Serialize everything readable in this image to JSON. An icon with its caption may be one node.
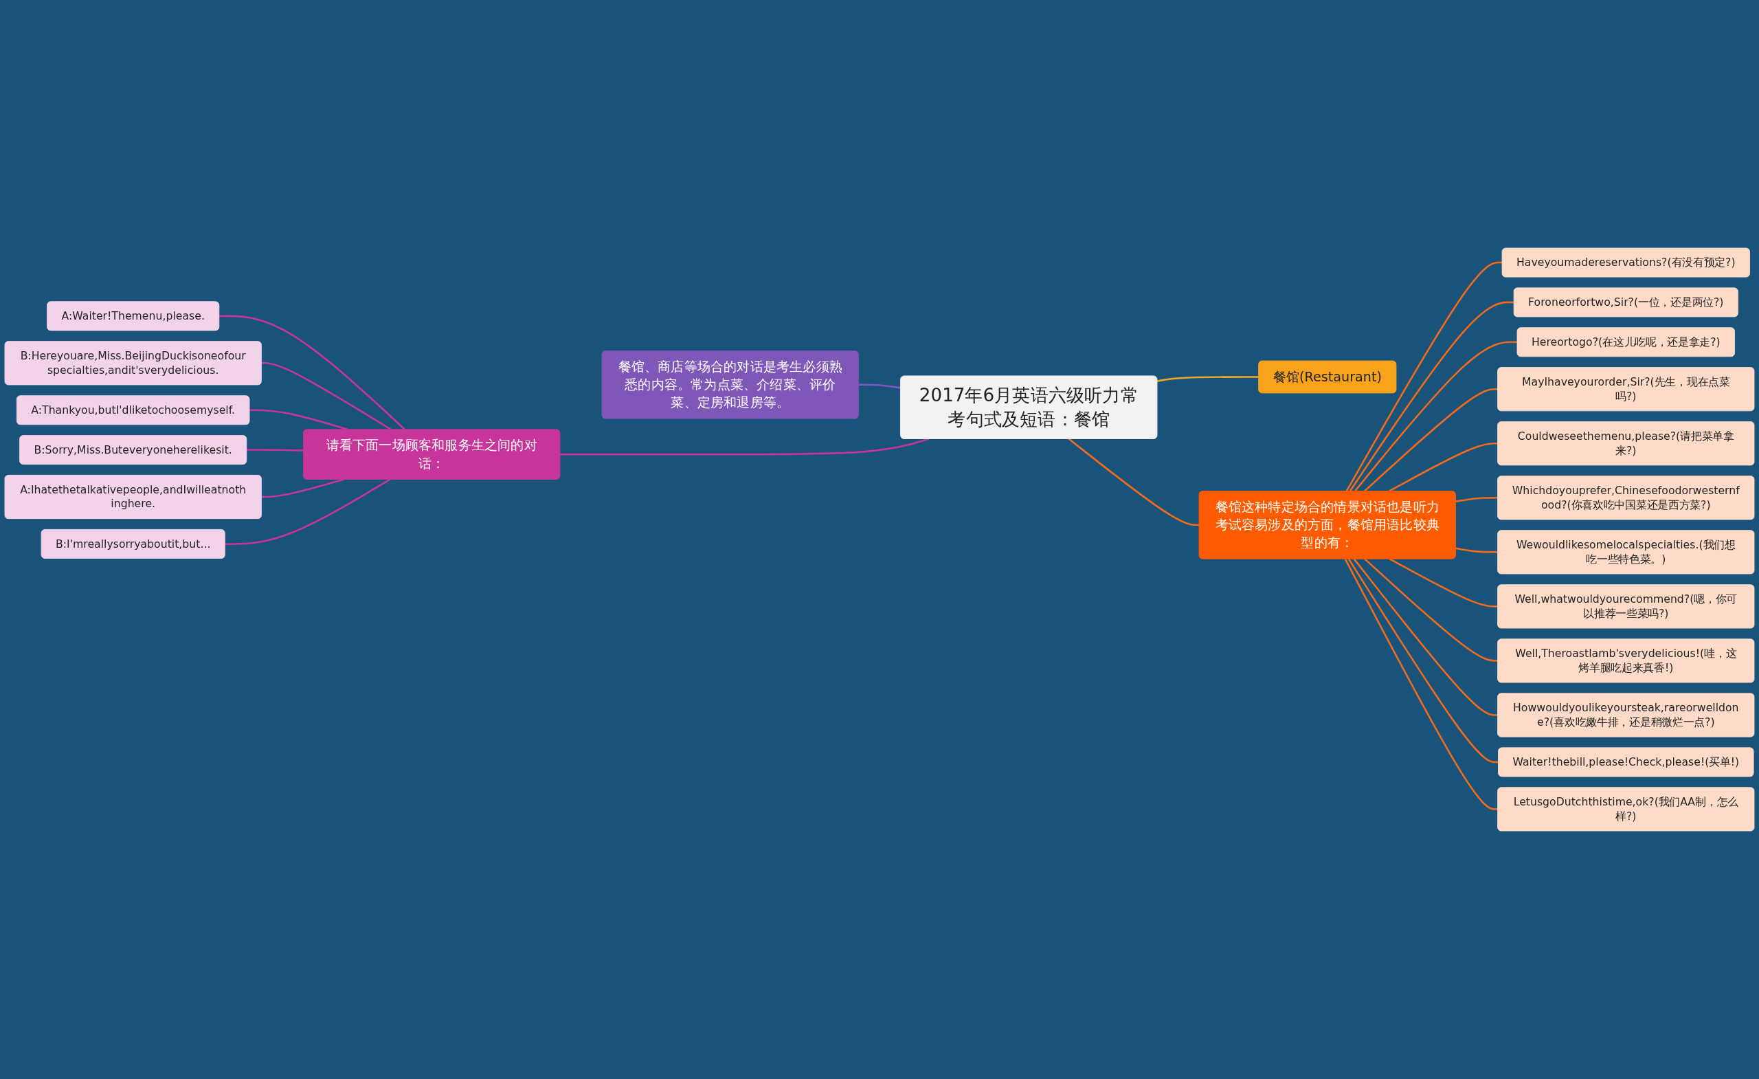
{
  "diagram": {
    "nodes": [
      {
        "text": [
          "2017年6月英语六级听力常考句式及短语：餐馆"
        ]
      },
      {
        "text": [
          "餐馆、商店等场合的对话是考生必须熟悉的内容。常为点菜、介绍菜、评价菜、定房和退房等。"
        ]
      },
      {
        "text": [
          "请看下面一场顾客和服务生之间的对话："
        ]
      },
      {
        "text": [
          "A:Waiter!Themenu,please."
        ]
      },
      {
        "text": [
          "B:Hereyouare,Miss.BeijingDuckisoneofourspecialties,andit'sverydelicious."
        ]
      },
      {
        "text": [
          "A:Thankyou,butI'dliketochoosemyself."
        ]
      },
      {
        "text": [
          "B:Sorry,Miss.Buteveryoneherelikesit."
        ]
      },
      {
        "text": [
          "A:Ihatethetalkativepeople,andIwilleatnothinghere."
        ]
      },
      {
        "text": [
          "B:I'mreallysorryaboutit,but..."
        ]
      },
      {
        "text": [
          "餐馆(Restaurant)"
        ]
      },
      {
        "text": [
          "餐馆这种特定场合的情景对话也是听力考试容易涉及的方面，餐馆用语比较典型的有："
        ]
      },
      {
        "text": [
          "Haveyoumadereservations?(有没有预定?)"
        ]
      },
      {
        "text": [
          "Foroneorfortwo,Sir?(一位，还是两位?)"
        ]
      },
      {
        "text": [
          "Hereortogo?(在这儿吃呢，还是拿走?)"
        ]
      },
      {
        "text": [
          "MayIhaveyourorder,Sir?(先生，现在点菜吗?)"
        ]
      },
      {
        "text": [
          "Couldweseethemenu,please?(请把菜单拿来?)"
        ]
      },
      {
        "text": [
          "Whichdoyouprefer,Chinesefoodorwesternfood?(你喜欢吃中国菜还是西方菜?)"
        ]
      },
      {
        "text": [
          "Wewouldlikesomelocalspecialties.(我们想吃一些特色菜。)"
        ]
      },
      {
        "text": [
          "Well,whatwouldyourecommend?(嗯，你可以推荐一些菜吗?)"
        ]
      },
      {
        "text": [
          "Well,Theroastlamb'sverydelicious!(哇，这烤羊腿吃起来真香!)"
        ]
      },
      {
        "text": [
          "Howwouldyoulikeyoursteak,rareorwelldone?(喜欢吃嫩牛排，还是稍微烂一点?)"
        ]
      },
      {
        "text": [
          "Waiter!thebill,please!Check,please!(买单!)"
        ]
      },
      {
        "text": [
          "LetusgoDutchthistime,ok?(我们AA制，怎么样?)"
        ]
      }
    ],
    "edges": [
      {
        "from": 0,
        "to": 1,
        "arrow": "none",
        "color": "#7e57c2"
      },
      {
        "from": 0,
        "to": 2,
        "arrow": "none",
        "color": "#c8359a"
      },
      {
        "from": 2,
        "to": 3,
        "arrow": "none",
        "color": "#c8359a"
      },
      {
        "from": 2,
        "to": 4,
        "arrow": "none",
        "color": "#c8359a"
      },
      {
        "from": 2,
        "to": 5,
        "arrow": "none",
        "color": "#c8359a"
      },
      {
        "from": 2,
        "to": 6,
        "arrow": "none",
        "color": "#c8359a"
      },
      {
        "from": 2,
        "to": 7,
        "arrow": "none",
        "color": "#c8359a"
      },
      {
        "from": 2,
        "to": 8,
        "arrow": "none",
        "color": "#c8359a"
      },
      {
        "from": 0,
        "to": 9,
        "arrow": "none",
        "color": "#f5a623"
      },
      {
        "from": 0,
        "to": 10,
        "arrow": "none"
      },
      {
        "from": 10,
        "to": 11,
        "arrow": "none"
      },
      {
        "from": 10,
        "to": 12,
        "arrow": "none"
      },
      {
        "from": 10,
        "to": 13,
        "arrow": "none"
      },
      {
        "from": 10,
        "to": 14,
        "arrow": "none"
      },
      {
        "from": 10,
        "to": 15,
        "arrow": "none"
      },
      {
        "from": 10,
        "to": 16,
        "arrow": "none"
      },
      {
        "from": 10,
        "to": 17,
        "arrow": "none"
      },
      {
        "from": 10,
        "to": 18,
        "arrow": "none"
      },
      {
        "from": 10,
        "to": 19,
        "arrow": "none"
      },
      {
        "from": 10,
        "to": 20,
        "arrow": "none"
      },
      {
        "from": 10,
        "to": 21,
        "arrow": "none"
      },
      {
        "from": 10,
        "to": 22,
        "arrow": "none"
      }
    ]
  }
}
